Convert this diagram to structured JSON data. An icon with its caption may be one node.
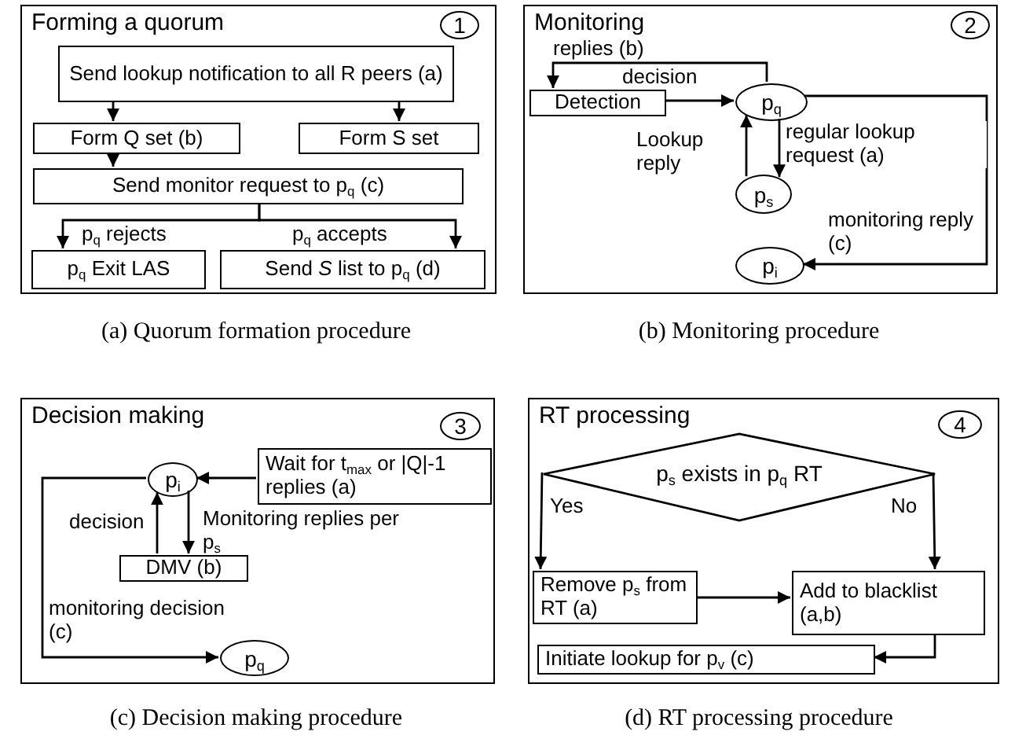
{
  "diagram": {
    "nodes": [
      {
        "text": [
          "Forming a quorum"
        ],
        "beside": [
          "(a) Quorum formation procedure"
        ]
      },
      {
        "text": [
          "1"
        ],
        "in": 0
      },
      {
        "text": [
          "Send lookup notification to all R peers (a)"
        ],
        "in": 0
      },
      {
        "text": [
          "Form Q set (b)"
        ],
        "in": 0
      },
      {
        "text": [
          "Form S set"
        ],
        "in": 0
      },
      {
        "text": [
          "Send monitor request to p$_{q}$ (c)"
        ],
        "in": 0
      },
      {
        "text": [
          "p$_{q}$ Exit LAS"
        ],
        "in": 0
      },
      {
        "text": [
          "Send *S* list to p$_{q}$ (d)"
        ],
        "in": 0
      },
      {
        "text": [
          "Monitoring"
        ],
        "beside": [
          "(b) Monitoring procedure"
        ]
      },
      {
        "text": [
          "2"
        ],
        "in": 8
      },
      {
        "text": [
          "Detection"
        ],
        "in": 8
      },
      {
        "text": [
          "p$_{q}$"
        ],
        "in": 8
      },
      {
        "text": [
          "p$_{s}$"
        ],
        "in": 8
      },
      {
        "text": [
          "p$_{i}$"
        ],
        "in": 8
      },
      {
        "text": [
          "Decision making"
        ],
        "beside": [
          "(c) Decision making procedure"
        ]
      },
      {
        "text": [
          "3"
        ],
        "in": 14
      },
      {
        "text": [
          "p$_{i}$"
        ],
        "in": 14
      },
      {
        "text": [
          "Wait for t$_{max}$ or |Q|-1 replies (a)"
        ],
        "in": 14
      },
      {
        "text": [
          "DMV (b)"
        ],
        "in": 14
      },
      {
        "text": [
          "p$_{q}$"
        ],
        "in": 14
      },
      {
        "text": [
          "RT processing"
        ],
        "beside": [
          "(d) RT processing procedure"
        ]
      },
      {
        "text": [
          "4"
        ],
        "in": 20
      },
      {
        "text": [
          "p$_{s}$ exists in p$_{q}$ RT"
        ],
        "in": 20
      },
      {
        "text": [
          "Remove p$_{s}$ from RT (a)"
        ],
        "in": 20
      },
      {
        "text": [
          "Add to blacklist (a,b)"
        ],
        "in": 20
      },
      {
        "text": [
          "Initiate lookup for p$_{v}$ (c)"
        ],
        "in": 20
      }
    ],
    "edges": [
      {
        "from": 2,
        "to": 3,
        "arrow": "to"
      },
      {
        "from": 2,
        "to": 4,
        "arrow": "to"
      },
      {
        "from": 3,
        "to": 5,
        "arrow": "to"
      },
      {
        "from": 5,
        "to": 6,
        "arrow": "to",
        "label": "p$_{q}$ rejects"
      },
      {
        "from": 5,
        "to": 7,
        "arrow": "to",
        "label": "p$_{q}$ accepts"
      },
      {
        "from": 11,
        "to": 10,
        "arrow": "to",
        "label": "replies (b)"
      },
      {
        "from": 10,
        "to": 11,
        "arrow": "to",
        "label": "decision"
      },
      {
        "from": 11,
        "to": 12,
        "arrow": "to",
        "label": "regular lookup request (a)"
      },
      {
        "from": 12,
        "to": 11,
        "arrow": "to",
        "label": "Lookup reply"
      },
      {
        "from": 11,
        "to": 13,
        "arrow": "to",
        "label": "monitoring reply (c)"
      },
      {
        "from": 17,
        "to": 16,
        "arrow": "to"
      },
      {
        "from": 16,
        "to": 18,
        "arrow": "to",
        "label": "Monitoring replies per p$_{s}$"
      },
      {
        "from": 18,
        "to": 16,
        "arrow": "to",
        "label": "decision"
      },
      {
        "from": 16,
        "to": 19,
        "arrow": "to",
        "label": "monitoring decision (c)"
      },
      {
        "from": 22,
        "to": 23,
        "arrow": "to",
        "label": "Yes"
      },
      {
        "from": 22,
        "to": 24,
        "arrow": "to",
        "label": "No"
      },
      {
        "from": 23,
        "to": 24,
        "arrow": "to"
      },
      {
        "from": 24,
        "to": 25,
        "arrow": "to"
      }
    ]
  }
}
